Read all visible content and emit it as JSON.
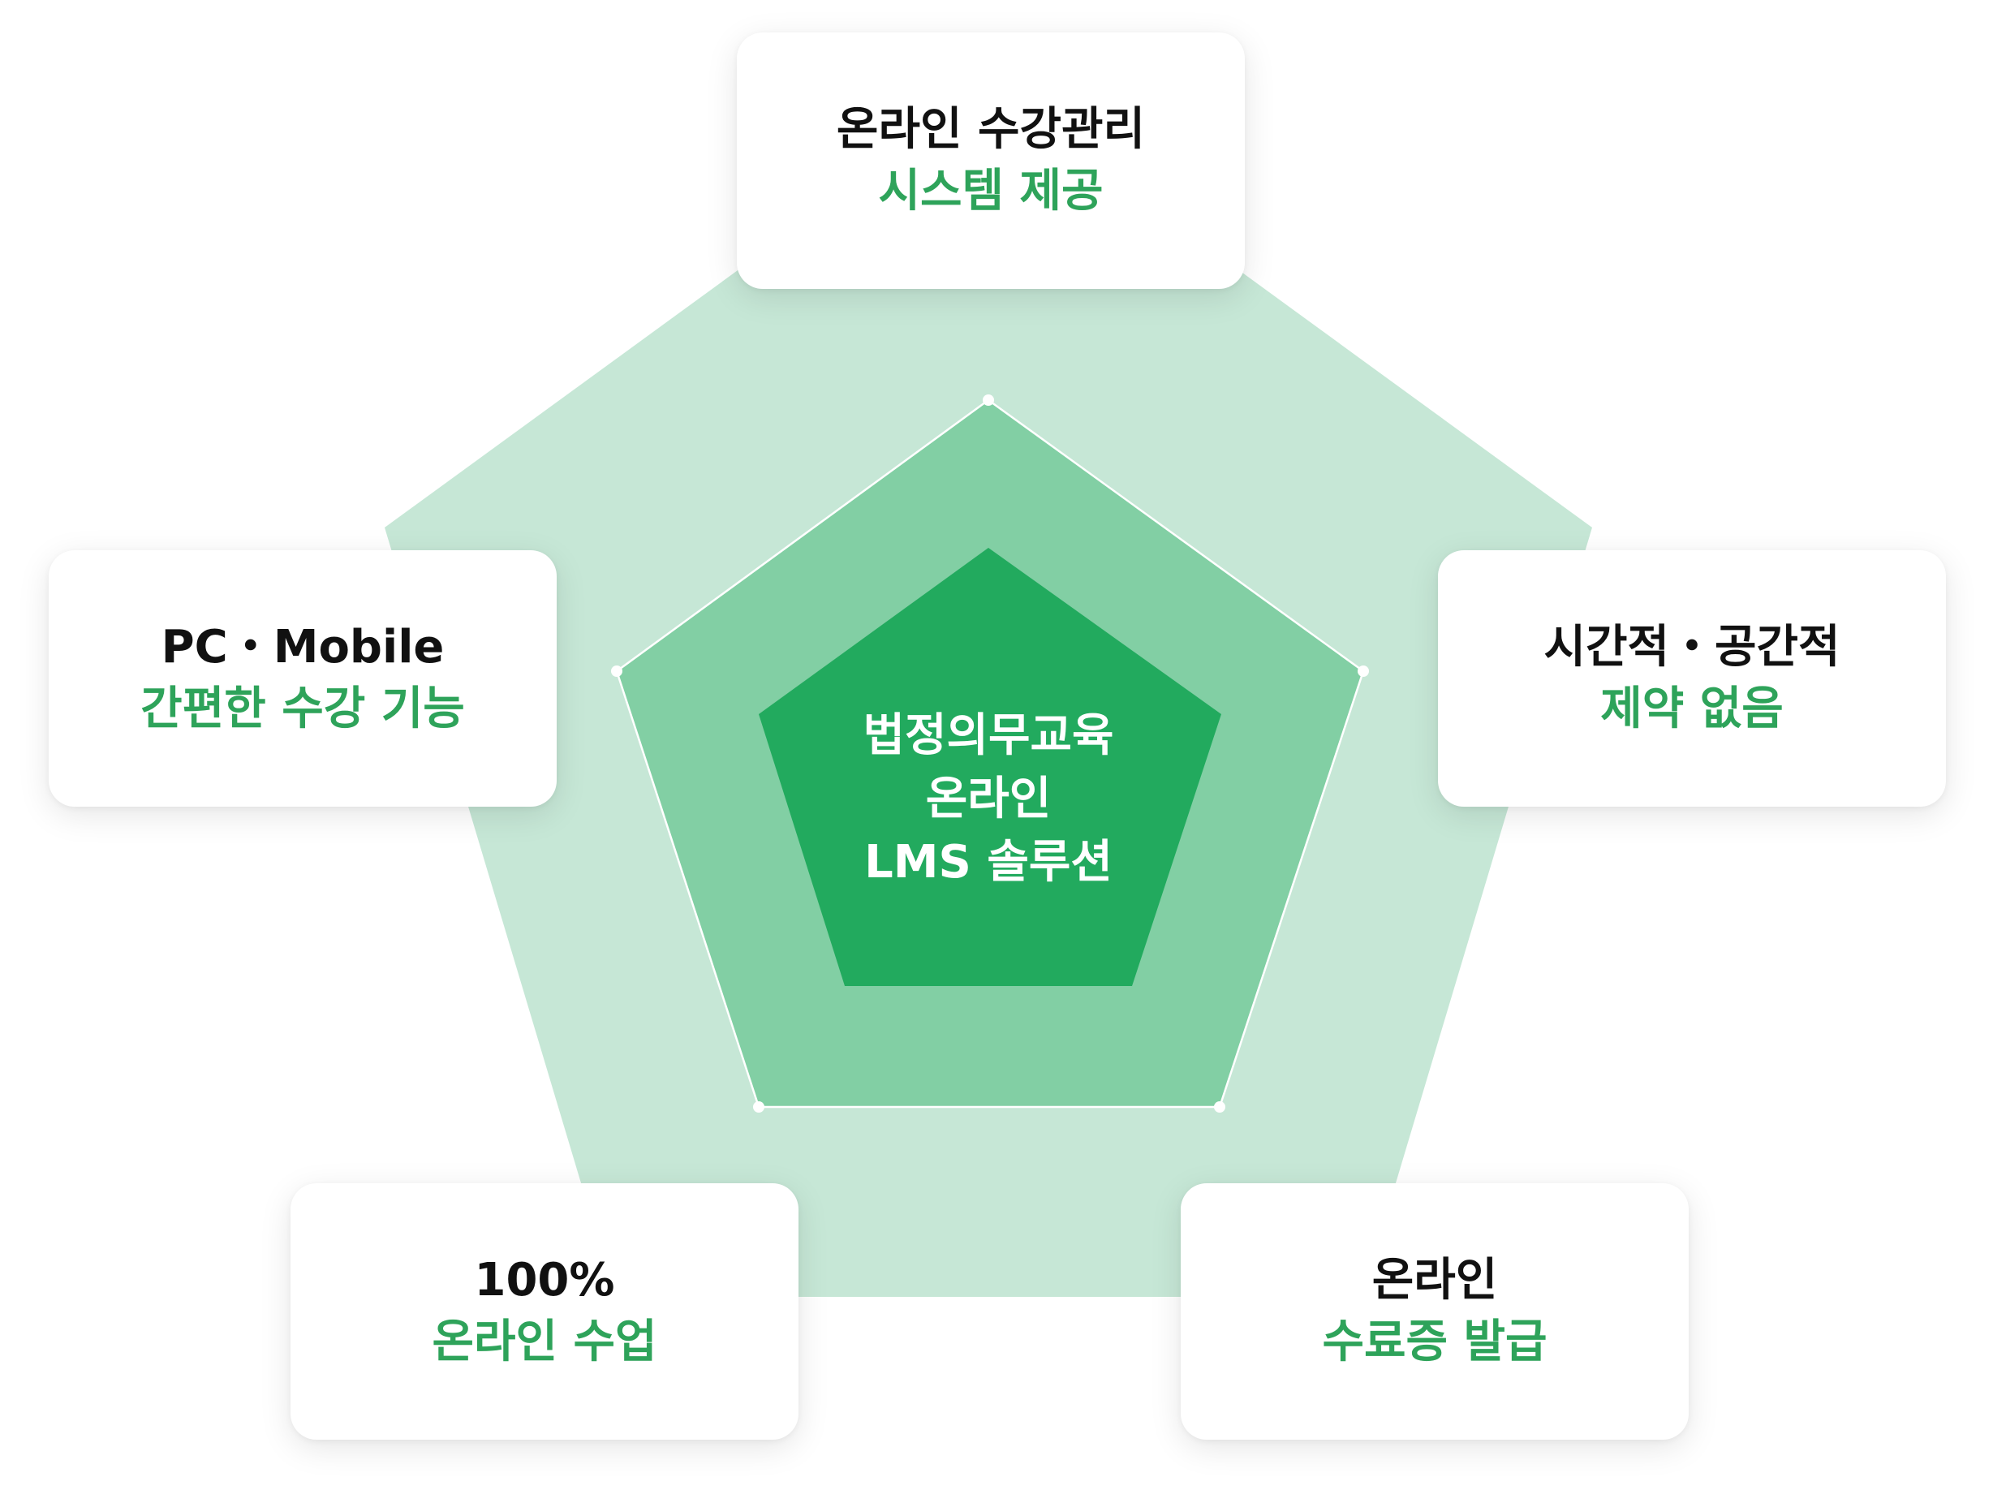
{
  "colors": {
    "outer_pentagon": "#c6e7d6",
    "middle_pentagon": "#82cfa4",
    "inner_pentagon": "#22aa5e",
    "accent_text": "#2ea35a",
    "dark_text": "#111111",
    "card_background": "#ffffff"
  },
  "center": {
    "line1": "법정의무교육",
    "line2": "온라인",
    "line3": "LMS 솔루션"
  },
  "cards": {
    "top": {
      "line1": "온라인 수강관리",
      "line2": "시스템 제공"
    },
    "left": {
      "line1": "PC・Mobile",
      "line2": "간편한 수강 기능"
    },
    "right": {
      "line1": "시간적・공간적",
      "line2": "제약 없음"
    },
    "bottom_left": {
      "line1": "100%",
      "line2": "온라인 수업"
    },
    "bottom_right": {
      "line1": "온라인",
      "line2": "수료증 발급"
    }
  }
}
